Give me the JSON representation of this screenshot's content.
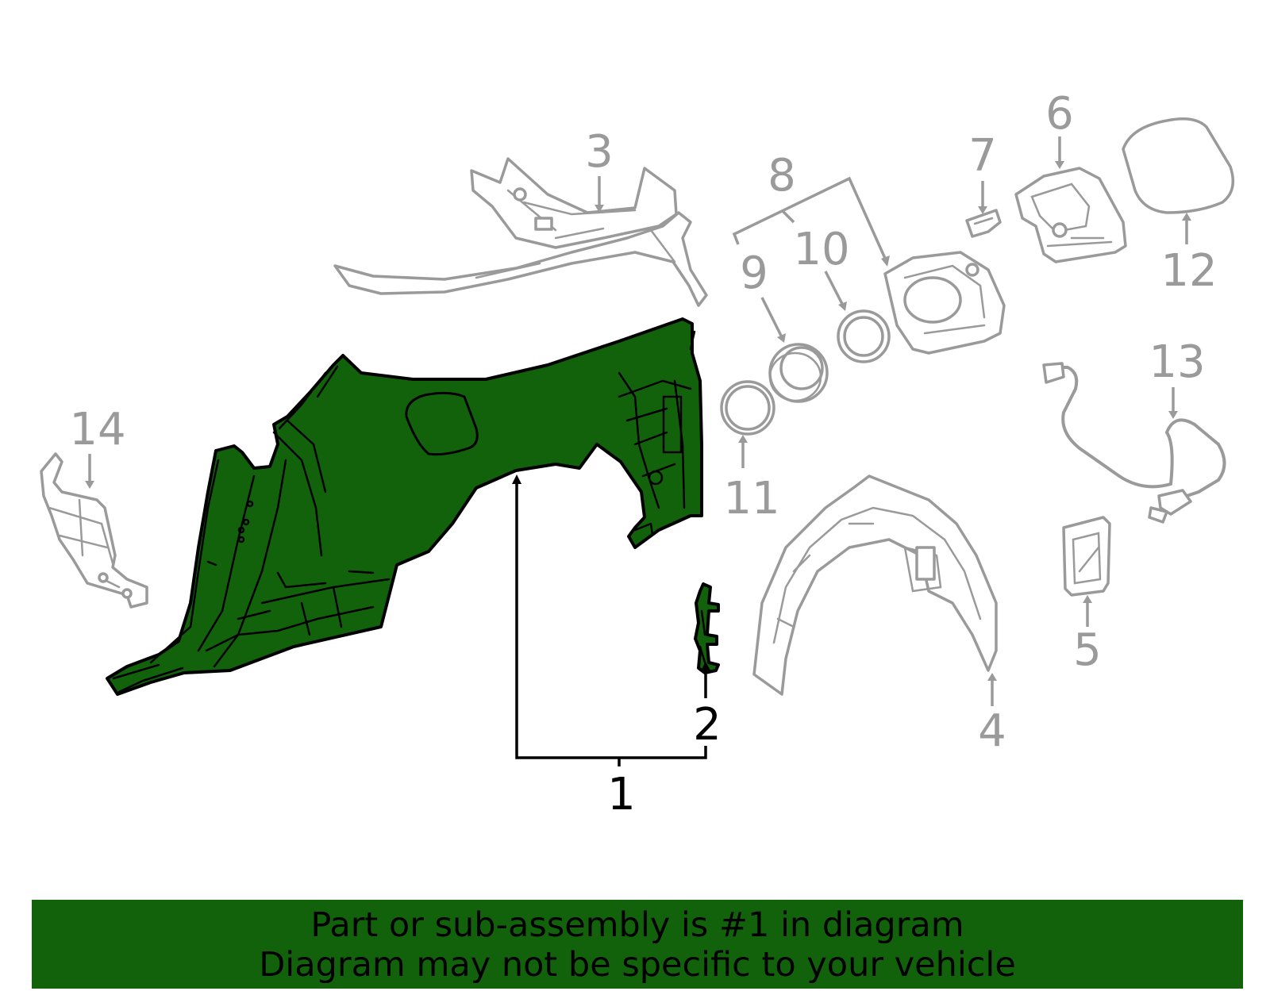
{
  "diagram": {
    "callouts": {
      "c1": "1",
      "c2": "2",
      "c3": "3",
      "c4": "4",
      "c5": "5",
      "c6": "6",
      "c7": "7",
      "c8": "8",
      "c9": "9",
      "c10": "10",
      "c11": "11",
      "c12": "12",
      "c13": "13",
      "c14": "14"
    },
    "highlighted_part": "1",
    "colors": {
      "highlight": "#12620c",
      "ghost_parts": "#9a9a9a",
      "outline": "#000000"
    }
  },
  "banner": {
    "line1": "Part or sub-assembly is #1 in diagram",
    "line2": "Diagram may not be specific to your vehicle"
  }
}
